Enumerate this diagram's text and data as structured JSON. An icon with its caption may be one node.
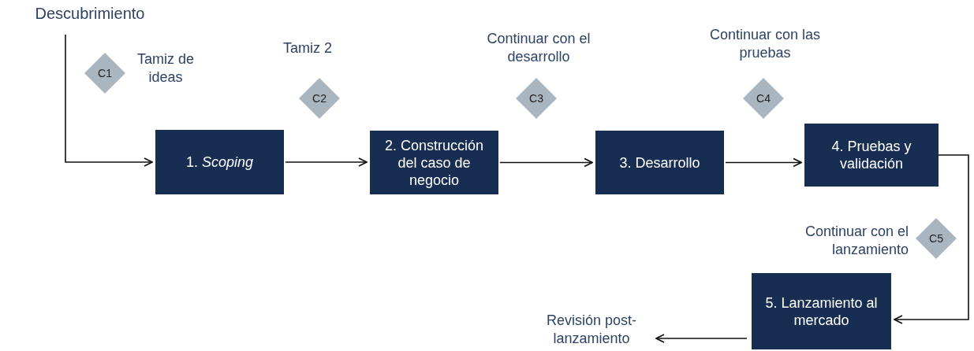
{
  "diagram": {
    "nodes": [
      {
        "text": [
          "Descubrimiento"
        ]
      },
      {
        "text": [
          "1. *Scoping*"
        ]
      },
      {
        "text": [
          "2. Construcción del caso de negocio"
        ]
      },
      {
        "text": [
          "3. Desarrollo"
        ]
      },
      {
        "text": [
          "4. Pruebas y validación"
        ]
      },
      {
        "text": [
          "5. Lanzamiento al mercado"
        ]
      },
      {
        "text": [
          "Revisión post-lanzamiento"
        ]
      },
      {
        "text": [
          "C1"
        ],
        "beside": [
          "Tamiz de ideas"
        ]
      },
      {
        "text": [
          "C2"
        ],
        "beside": [
          "Tamiz 2"
        ]
      },
      {
        "text": [
          "C3"
        ],
        "beside": [
          "Continuar con el desarrollo"
        ]
      },
      {
        "text": [
          "C4"
        ],
        "beside": [
          "Continuar con las pruebas"
        ]
      },
      {
        "text": [
          "C5"
        ],
        "beside": [
          "Continuar con el lanzamiento"
        ]
      }
    ],
    "edges": [
      {
        "from": 0,
        "to": 1,
        "arrow": "to"
      },
      {
        "from": 1,
        "to": 2,
        "arrow": "to"
      },
      {
        "from": 2,
        "to": 3,
        "arrow": "to"
      },
      {
        "from": 3,
        "to": 4,
        "arrow": "to"
      },
      {
        "from": 4,
        "to": 5,
        "arrow": "to"
      },
      {
        "from": 5,
        "to": 6,
        "arrow": "to"
      }
    ]
  }
}
